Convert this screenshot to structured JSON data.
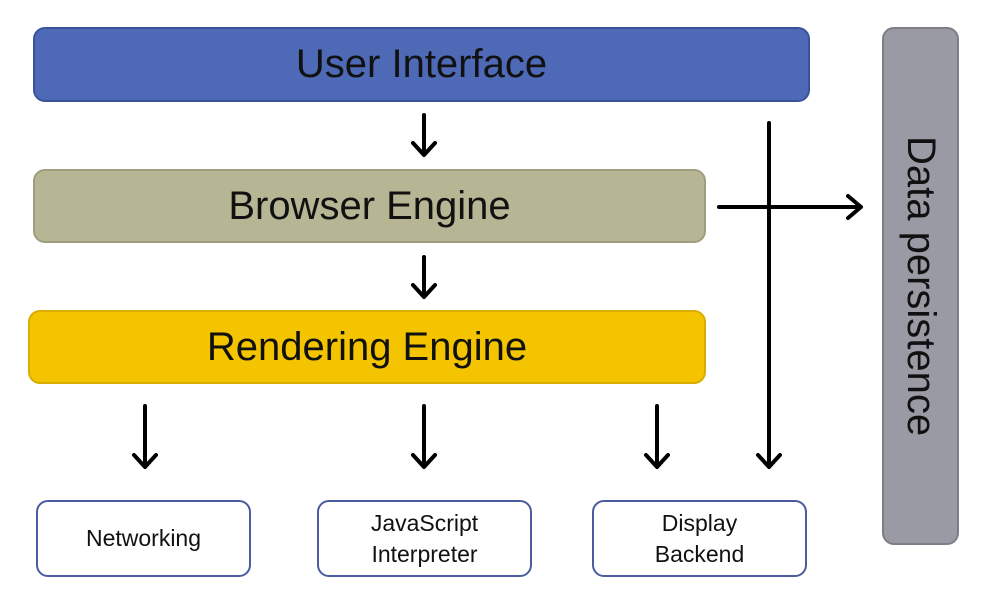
{
  "diagram": {
    "user_interface": "User Interface",
    "browser_engine": "Browser Engine",
    "rendering_engine": "Rendering Engine",
    "networking": "Networking",
    "javascript_interpreter": [
      "JavaScript",
      "Interpreter"
    ],
    "display_backend": [
      "Display",
      "Backend"
    ],
    "data_persistence": "Data persistence"
  },
  "colors": {
    "user_interface": "#4e6ab7",
    "browser_engine": "#b7b694",
    "rendering_engine": "#f4c400",
    "data_persistence": "#9a9aa4",
    "component_border": "#4a5ba0"
  }
}
